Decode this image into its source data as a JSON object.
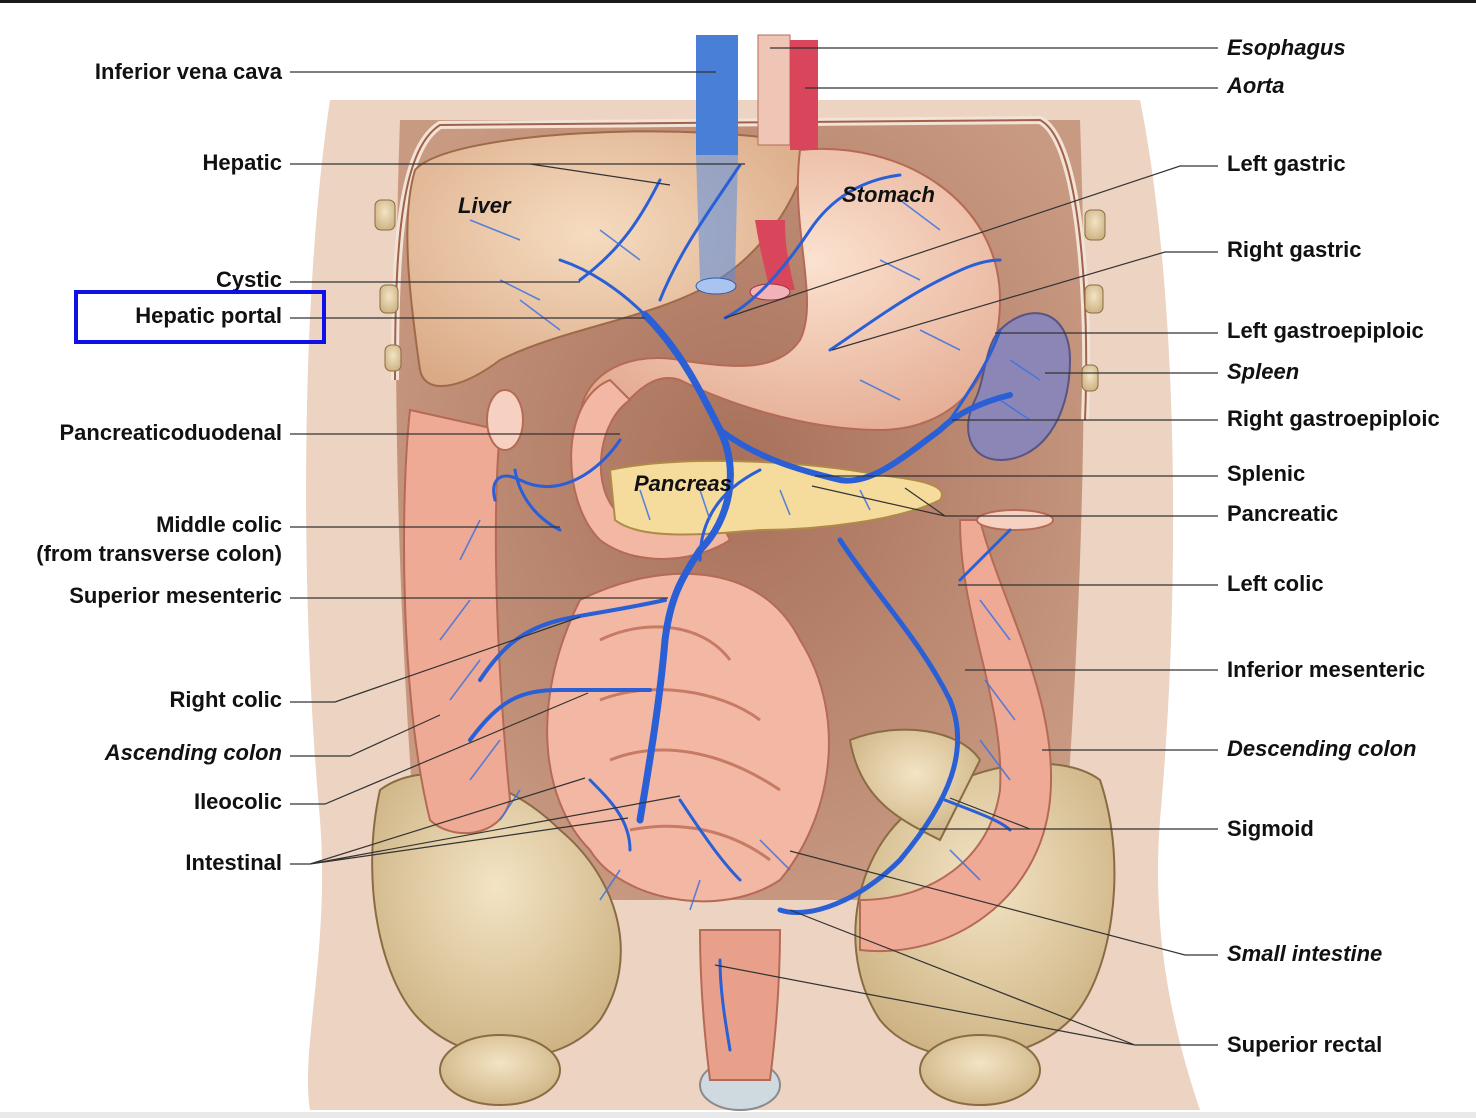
{
  "diagram": {
    "highlighted_label": "Hepatic portal",
    "accent_color": "#1010e6",
    "vein_color": "#2a5fd6",
    "left_labels": [
      {
        "id": "inferior-vena-cava",
        "text": "Inferior vena cava",
        "italic": false
      },
      {
        "id": "hepatic",
        "text": "Hepatic",
        "italic": false
      },
      {
        "id": "cystic",
        "text": "Cystic",
        "italic": false
      },
      {
        "id": "hepatic-portal",
        "text": "Hepatic portal",
        "italic": false
      },
      {
        "id": "pancreaticoduodenal",
        "text": "Pancreaticoduodenal",
        "italic": false
      },
      {
        "id": "middle-colic",
        "text": "Middle colic",
        "italic": false
      },
      {
        "id": "middle-colic-sub",
        "text": "(from transverse colon)",
        "italic": false
      },
      {
        "id": "superior-mesenteric",
        "text": "Superior mesenteric",
        "italic": false
      },
      {
        "id": "right-colic",
        "text": "Right colic",
        "italic": false
      },
      {
        "id": "ascending-colon",
        "text": "Ascending colon",
        "italic": true
      },
      {
        "id": "ileocolic",
        "text": "Ileocolic",
        "italic": false
      },
      {
        "id": "intestinal",
        "text": "Intestinal",
        "italic": false
      }
    ],
    "right_labels": [
      {
        "id": "esophagus",
        "text": "Esophagus",
        "italic": true
      },
      {
        "id": "aorta",
        "text": "Aorta",
        "italic": true
      },
      {
        "id": "left-gastric",
        "text": "Left gastric",
        "italic": false
      },
      {
        "id": "right-gastric",
        "text": "Right gastric",
        "italic": false
      },
      {
        "id": "left-gastroepiploic",
        "text": "Left gastroepiploic",
        "italic": false
      },
      {
        "id": "spleen",
        "text": "Spleen",
        "italic": true
      },
      {
        "id": "right-gastroepiploic",
        "text": "Right gastroepiploic",
        "italic": false
      },
      {
        "id": "splenic",
        "text": "Splenic",
        "italic": false
      },
      {
        "id": "pancreatic",
        "text": "Pancreatic",
        "italic": false
      },
      {
        "id": "left-colic",
        "text": "Left colic",
        "italic": false
      },
      {
        "id": "inferior-mesenteric",
        "text": "Inferior mesenteric",
        "italic": false
      },
      {
        "id": "descending-colon",
        "text": "Descending colon",
        "italic": true
      },
      {
        "id": "sigmoid",
        "text": "Sigmoid",
        "italic": false
      },
      {
        "id": "small-intestine",
        "text": "Small intestine",
        "italic": true
      },
      {
        "id": "superior-rectal",
        "text": "Superior rectal",
        "italic": false
      }
    ],
    "organ_labels": {
      "liver": "Liver",
      "stomach": "Stomach",
      "pancreas": "Pancreas"
    }
  }
}
